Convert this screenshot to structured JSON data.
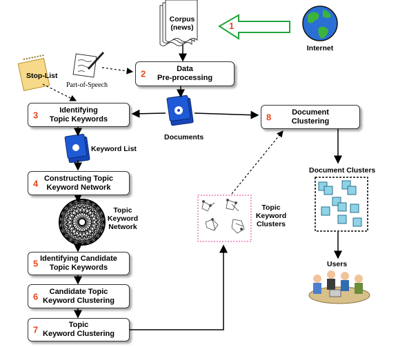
{
  "steps": [
    {
      "num": "1",
      "label": ""
    },
    {
      "num": "2",
      "label": "Data\nPre-processing"
    },
    {
      "num": "3",
      "label": "Identifying\nTopic Keywords"
    },
    {
      "num": "4",
      "label": "Constructing Topic\nKeyword Network"
    },
    {
      "num": "5",
      "label": "Identifying Candidate\nTopic Keywords"
    },
    {
      "num": "6",
      "label": "Candidate Topic\nKeyword Clustering"
    },
    {
      "num": "7",
      "label": "Topic\nKeyword Clustering"
    },
    {
      "num": "8",
      "label": "Document\nClustering"
    }
  ],
  "labels": {
    "corpus": "Corpus\n(news)",
    "internet": "Internet",
    "stoplist": "Stop-List",
    "pos": "Part-of-Speech",
    "documents": "Documents",
    "keyword_list": "Keyword List",
    "topic_network": "Topic\nKeyword\nNetwork",
    "topic_clusters": "Topic\nKeyword\nClusters",
    "document_clusters": "Document Clusters",
    "users": "Users"
  },
  "colors": {
    "accent": "#e8451c",
    "arrow_green": "#22a33a",
    "disk_blue": "#1646b8",
    "cluster_border": "#e0348f",
    "globe": "#2a6fd4"
  }
}
